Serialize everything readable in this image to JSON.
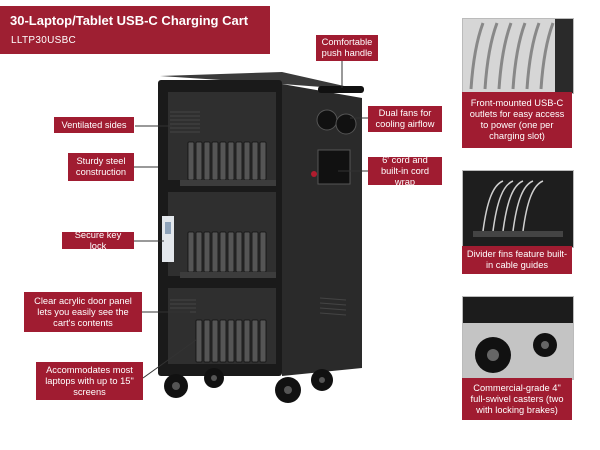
{
  "header": {
    "title": "30-Laptop/Tablet USB-C Charging Cart",
    "sku": "LLTP30USBC"
  },
  "callouts": {
    "push_handle": "Comfortable push handle",
    "ventilated": "Ventilated sides",
    "fans": "Dual fans for cooling airflow",
    "steel": "Sturdy steel construction",
    "cord": "6' cord and built-in cord wrap",
    "key_lock": "Secure key lock",
    "acrylic": "Clear acrylic door panel lets you easily see the cart's contents",
    "laptops": "Accommodates most laptops with up to 15\" screens"
  },
  "features": {
    "outlets": "Front-mounted USB-C outlets for easy access to power (one per charging slot)",
    "divider": "Divider fins feature built-in cable guides",
    "casters": "Commercial-grade 4\" full-swivel casters (two with locking brakes)"
  },
  "colors": {
    "brand": "#9e1f32",
    "cart": "#1c1c1c"
  }
}
